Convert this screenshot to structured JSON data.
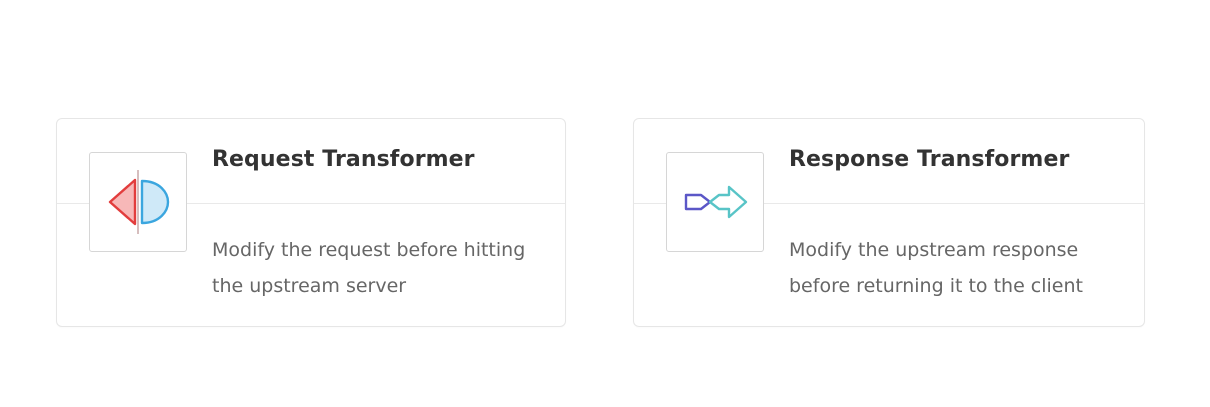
{
  "cards": [
    {
      "title": "Request Transformer",
      "description": "Modify the request before hitting the upstream server",
      "icon": "split-triangle-half-circle-icon"
    },
    {
      "title": "Response Transformer",
      "description": "Modify the upstream response before returning it to the client",
      "icon": "arrow-transform-icon"
    }
  ],
  "colors": {
    "red": "#f25a5a",
    "blue": "#4db3e8",
    "purple": "#5b57c7",
    "teal": "#58c4c7"
  }
}
